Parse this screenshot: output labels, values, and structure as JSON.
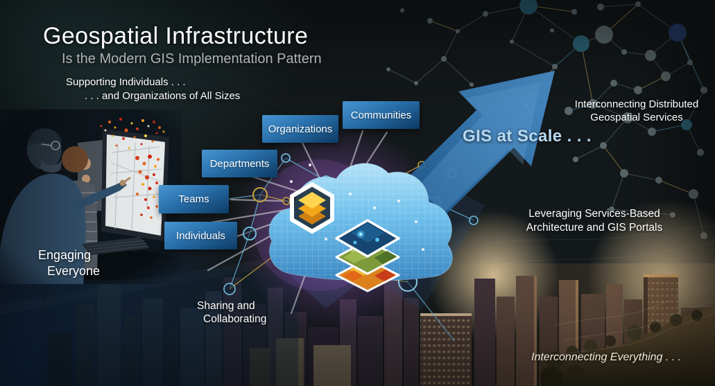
{
  "slide": {
    "title": "Geospatial Infrastructure",
    "subtitle": "Is the Modern GIS Implementation Pattern",
    "supporting": {
      "line1": "Supporting Individuals . . .",
      "line2": ". . . and Organizations of All Sizes"
    }
  },
  "scale_boxes": [
    {
      "label": "Communities"
    },
    {
      "label": "Organizations"
    },
    {
      "label": "Departments"
    },
    {
      "label": "Teams"
    },
    {
      "label": "Individuals"
    }
  ],
  "callouts": {
    "gis_at_scale": "GIS at Scale . . .",
    "interconnecting_distributed": {
      "line1": "Interconnecting Distributed",
      "line2": "Geospatial Services"
    },
    "leveraging": {
      "line1": "Leveraging Services-Based",
      "line2": "Architecture and GIS Portals"
    },
    "engaging": {
      "line1": "Engaging",
      "line2": "Everyone"
    },
    "sharing": {
      "line1": "Sharing and",
      "line2": "Collaborating"
    },
    "interconnecting_everything": "Interconnecting Everything . . ."
  },
  "icons": {
    "cloud": "gis-cloud-icon",
    "layers_badge": "layers-hexagon-icon",
    "map_stack": "map-layer-stack-icon",
    "growth_arrow": "growth-arrow-icon",
    "network": "network-nodes-graphic",
    "city": "city-skyline-photo",
    "people": "analysts-at-monitor-photo"
  },
  "colors": {
    "background": "#14191b",
    "navy_corner": "#132a4c",
    "box_gradient_top": "#4796d2",
    "box_gradient_bottom": "#0d3a63",
    "arrow_blue": "#2f74ae",
    "gis_at_scale_text": "#b7daf2",
    "subtitle_gray": "#b2b4b5",
    "purple_glow": "#8a50b4",
    "cloud_blue_light": "#b3e2f8",
    "cloud_blue_dark": "#3d8bc8",
    "warm_city": "#c98f54",
    "gold_node": "#c9a33a",
    "teal_node": "#5fb0d8"
  }
}
